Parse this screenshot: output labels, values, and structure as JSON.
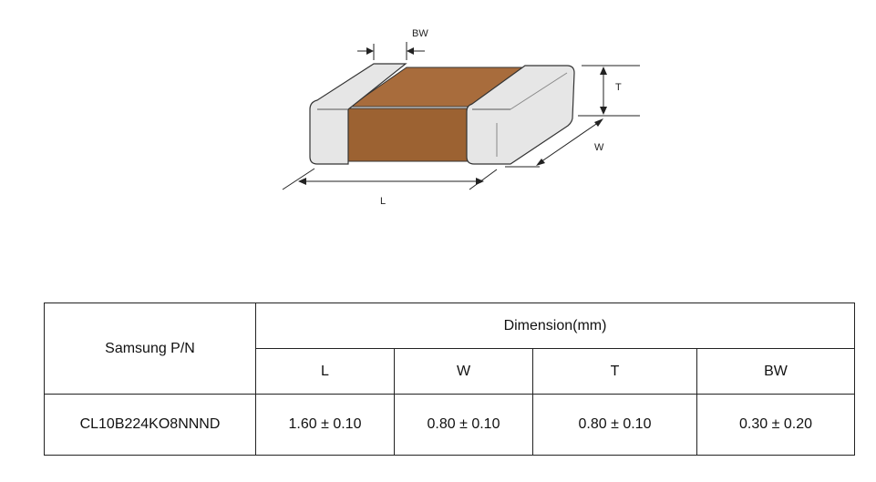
{
  "diagram": {
    "labels": {
      "bw": "BW",
      "t": "T",
      "w": "W",
      "l": "L"
    },
    "colors": {
      "body": "#9c6232",
      "cap": "#e6e6e6",
      "outline": "#333333"
    }
  },
  "table": {
    "pn_header": "Samsung P/N",
    "group_header": "Dimension(mm)",
    "columns": [
      "L",
      "W",
      "T",
      "BW"
    ],
    "row": {
      "part_number": "CL10B224KO8NNND",
      "values": [
        "1.60 ± 0.10",
        "0.80 ± 0.10",
        "0.80 ± 0.10",
        "0.30 ± 0.20"
      ]
    }
  }
}
